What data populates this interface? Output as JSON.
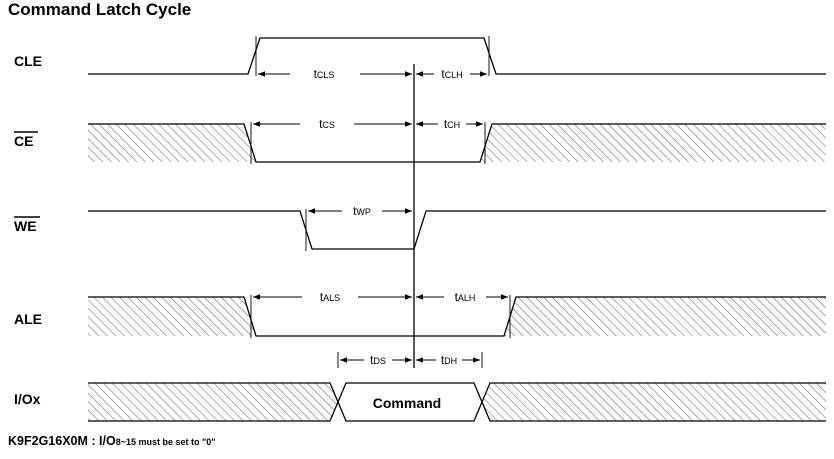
{
  "title": "Command Latch Cycle",
  "signals": [
    {
      "id": "cle",
      "label": "CLE",
      "overline": false
    },
    {
      "id": "ce",
      "label": "CE",
      "overline": true
    },
    {
      "id": "we",
      "label": "WE",
      "overline": true
    },
    {
      "id": "ale",
      "label": "ALE",
      "overline": false
    },
    {
      "id": "io",
      "label": "I/Ox",
      "overline": false
    }
  ],
  "timings": [
    {
      "id": "tcls",
      "main": "t",
      "sub": "CLS"
    },
    {
      "id": "tclh",
      "main": "t",
      "sub": "CLH"
    },
    {
      "id": "tcs",
      "main": "t",
      "sub": "CS"
    },
    {
      "id": "tch",
      "main": "t",
      "sub": "CH"
    },
    {
      "id": "twp",
      "main": "t",
      "sub": "WP"
    },
    {
      "id": "tals",
      "main": "t",
      "sub": "ALS"
    },
    {
      "id": "talh",
      "main": "t",
      "sub": "ALH"
    },
    {
      "id": "tds",
      "main": "t",
      "sub": "DS"
    },
    {
      "id": "tdh",
      "main": "t",
      "sub": "DH"
    }
  ],
  "command_label": "Command",
  "footnote": {
    "part": "K9F2G16X0M : I/O",
    "range": "8~15 must be set to \"0\""
  }
}
